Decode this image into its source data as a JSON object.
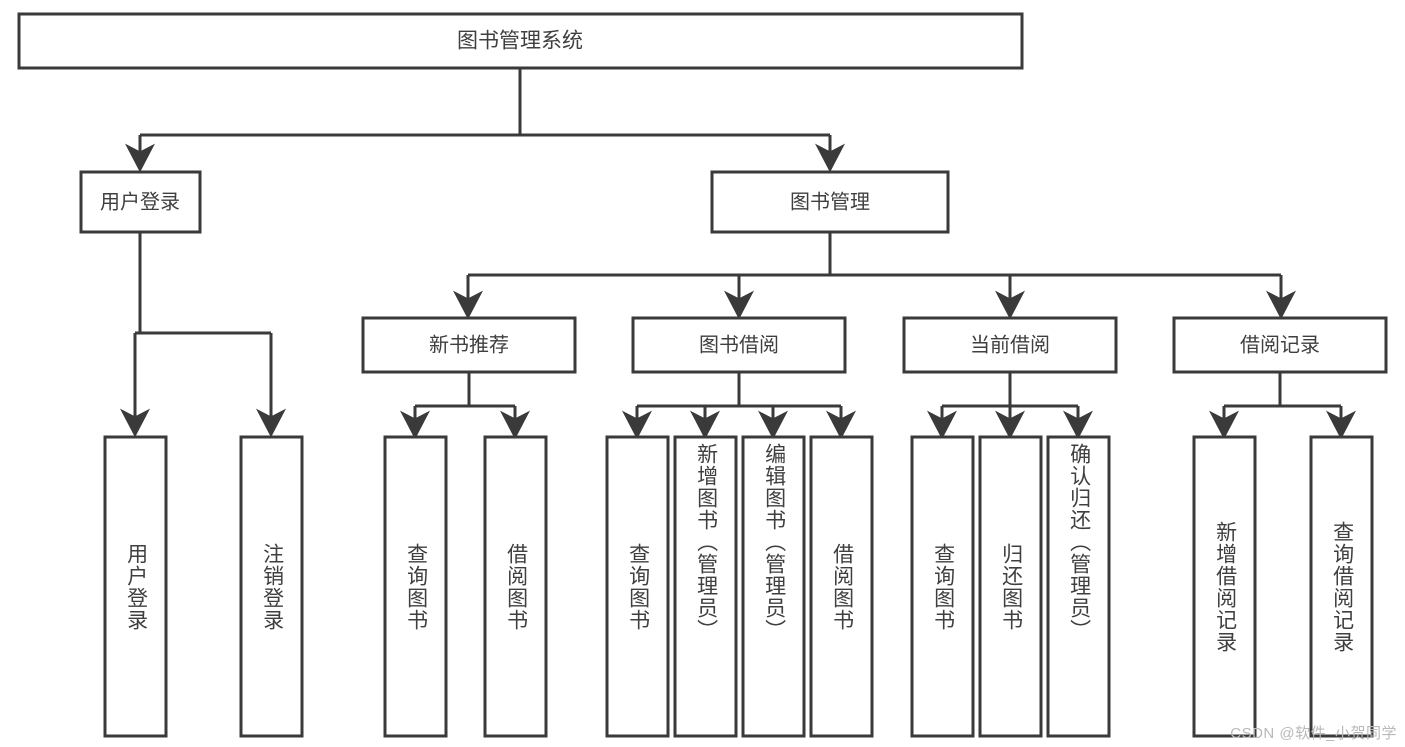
{
  "diagram": {
    "type": "tree",
    "orientation": "top-down",
    "root": {
      "label": "图书管理系统"
    },
    "tier1": [
      {
        "label": "用户登录"
      },
      {
        "label": "图书管理"
      }
    ],
    "tier2": [
      {
        "label": "新书推荐",
        "parent": "图书管理"
      },
      {
        "label": "图书借阅",
        "parent": "图书管理"
      },
      {
        "label": "当前借阅",
        "parent": "图书管理"
      },
      {
        "label": "借阅记录",
        "parent": "图书管理"
      }
    ],
    "leaves": {
      "user_login": [
        {
          "label": "用户登录"
        },
        {
          "label": "注销登录"
        }
      ],
      "new_book_recommend": [
        {
          "label": "查询图书"
        },
        {
          "label": "借阅图书"
        }
      ],
      "book_borrow": [
        {
          "label": "查询图书"
        },
        {
          "label": "新增图书（管理员）"
        },
        {
          "label": "编辑图书（管理员）"
        },
        {
          "label": "借阅图书"
        }
      ],
      "current_borrow": [
        {
          "label": "查询图书"
        },
        {
          "label": "归还图书"
        },
        {
          "label": "确认归还（管理员）"
        }
      ],
      "borrow_record": [
        {
          "label": "新增借阅记录"
        },
        {
          "label": "查询借阅记录"
        }
      ]
    }
  },
  "watermark": {
    "text": "CSDN @软件_小贺同学"
  },
  "colors": {
    "stroke": "#3a3a3a",
    "text": "#3f3f3f",
    "background": "#ffffff",
    "watermark": "#b9b9b9"
  }
}
